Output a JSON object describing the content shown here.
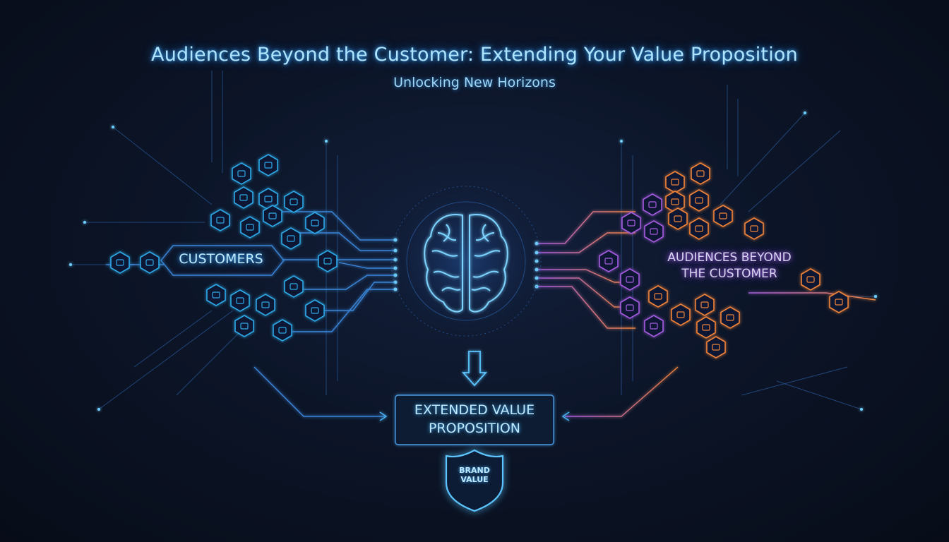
{
  "title": "Audiences Beyond the Customer: Extending Your Value Proposition",
  "subtitle": "Unlocking New Horizons",
  "nodes": {
    "customers": "CUSTOMERS",
    "audiences_beyond_line1": "AUDIENCES BEYOND",
    "audiences_beyond_line2": "THE CUSTOMER",
    "extended_value_line1": "EXTENDED VALUE",
    "extended_value_line2": "PROPOSITION",
    "brand_value_line1": "BRAND",
    "brand_value_line2": "VALUE"
  },
  "icons": {
    "center": "brain-icon",
    "connector": "down-arrow-icon",
    "badge": "shield-icon",
    "customer_cluster": "hexagon-icon",
    "audience_cluster": "hexagon-icon"
  },
  "colors": {
    "background": "#0a1020",
    "cyan_glow": "#3fb0ff",
    "customer_hex": "#2ea8e6",
    "audience_orange": "#f0843a",
    "audience_purple": "#a55ce0",
    "text": "#bfe9ff"
  }
}
